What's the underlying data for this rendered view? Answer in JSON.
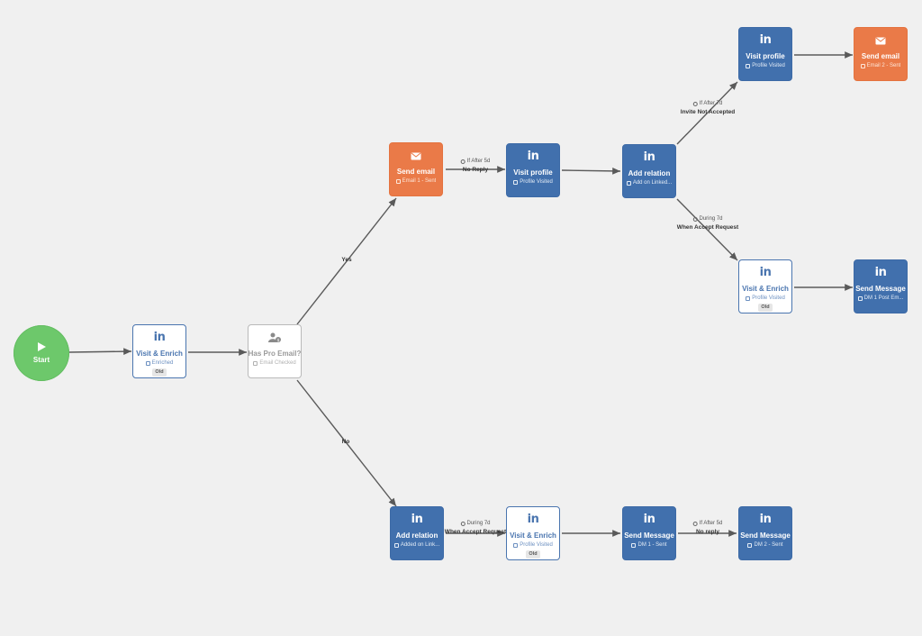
{
  "start": {
    "label": "Start"
  },
  "nodes": {
    "visit_enrich_1": {
      "title": "Visit & Enrich",
      "sub": "Enriched",
      "badge": "Old"
    },
    "has_pro_email": {
      "title": "Has Pro Email?",
      "sub": "Email Checked"
    },
    "send_email_1": {
      "title": "Send email",
      "sub": "Email 1 - Sent"
    },
    "visit_profile_1": {
      "title": "Visit profile",
      "sub": "Profile Visited"
    },
    "add_relation_1": {
      "title": "Add relation",
      "sub": "Add on Linked..."
    },
    "visit_profile_2": {
      "title": "Visit profile",
      "sub": "Profile Visited"
    },
    "send_email_2": {
      "title": "Send email",
      "sub": "Email 2 - Sent"
    },
    "visit_enrich_2": {
      "title": "Visit & Enrich",
      "sub": "Profile Visited",
      "badge": "Old"
    },
    "send_message_1": {
      "title": "Send Message",
      "sub": "DM 1 Post Em..."
    },
    "add_relation_2": {
      "title": "Add relation",
      "sub": "Added on Link..."
    },
    "visit_enrich_3": {
      "title": "Visit & Enrich",
      "sub": "Profile Visited",
      "badge": "Old"
    },
    "send_message_2": {
      "title": "Send Message",
      "sub": "DM 1 - Sent"
    },
    "send_message_3": {
      "title": "Send Message",
      "sub": "DM 2 - Sent"
    }
  },
  "edge_labels": {
    "yes": {
      "main": "Yes"
    },
    "no": {
      "main": "No"
    },
    "if_after_5d_top": {
      "cond": "If After 5d",
      "main": "No Reply"
    },
    "if_after_7d": {
      "cond": "If After 7d",
      "main": "Invite Not Accepted"
    },
    "during_7d_top": {
      "cond": "During 7d",
      "main": "When Accept Request"
    },
    "during_7d_bottom": {
      "cond": "During 7d",
      "main": "When Accept Request"
    },
    "if_after_5d_bottom": {
      "cond": "If After 5d",
      "main": "No reply"
    }
  },
  "icons": {
    "linkedin": "in",
    "email": "envelope-icon",
    "check_email": "user-dollar-icon",
    "start": "play-icon"
  },
  "colors": {
    "background": "#f0f0f0",
    "blue": "#4170ad",
    "orange": "#ea7a48",
    "green": "#6dc86b",
    "edge": "#5a5a5a"
  }
}
